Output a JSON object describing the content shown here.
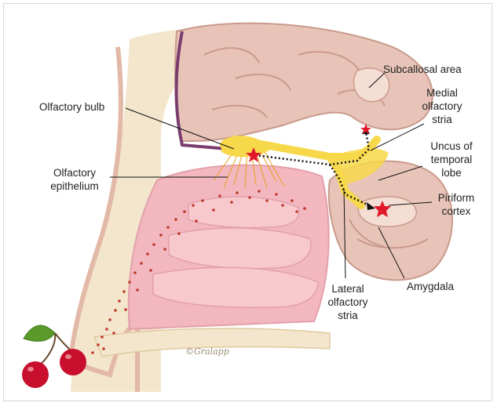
{
  "labels": {
    "subcallosal_area": "Subcallosal area",
    "olfactory_bulb": "Olfactory bulb",
    "medial_stria": [
      "Medial",
      "olfactory",
      "stria"
    ],
    "uncus": [
      "Uncus of",
      "temporal",
      "lobe"
    ],
    "olfactory_epithelium": [
      "Olfactory",
      "epithelium"
    ],
    "piriform_cortex": [
      "Piriform",
      "cortex"
    ],
    "amygdala": "Amygdala",
    "lateral_stria": [
      "Lateral",
      "olfactory",
      "stria"
    ]
  },
  "signature": "©Gralapp",
  "colors": {
    "brain": "#e8c4b8",
    "brain_shade": "#d9a89a",
    "bone": "#f3e6cc",
    "mucosa": "#f2b7bf",
    "pathway": "#f7d84a",
    "activation": "#e0182a",
    "odor_dots": "#c0392b",
    "cherry": "#c8102e",
    "leaf": "#5a9a2a"
  }
}
